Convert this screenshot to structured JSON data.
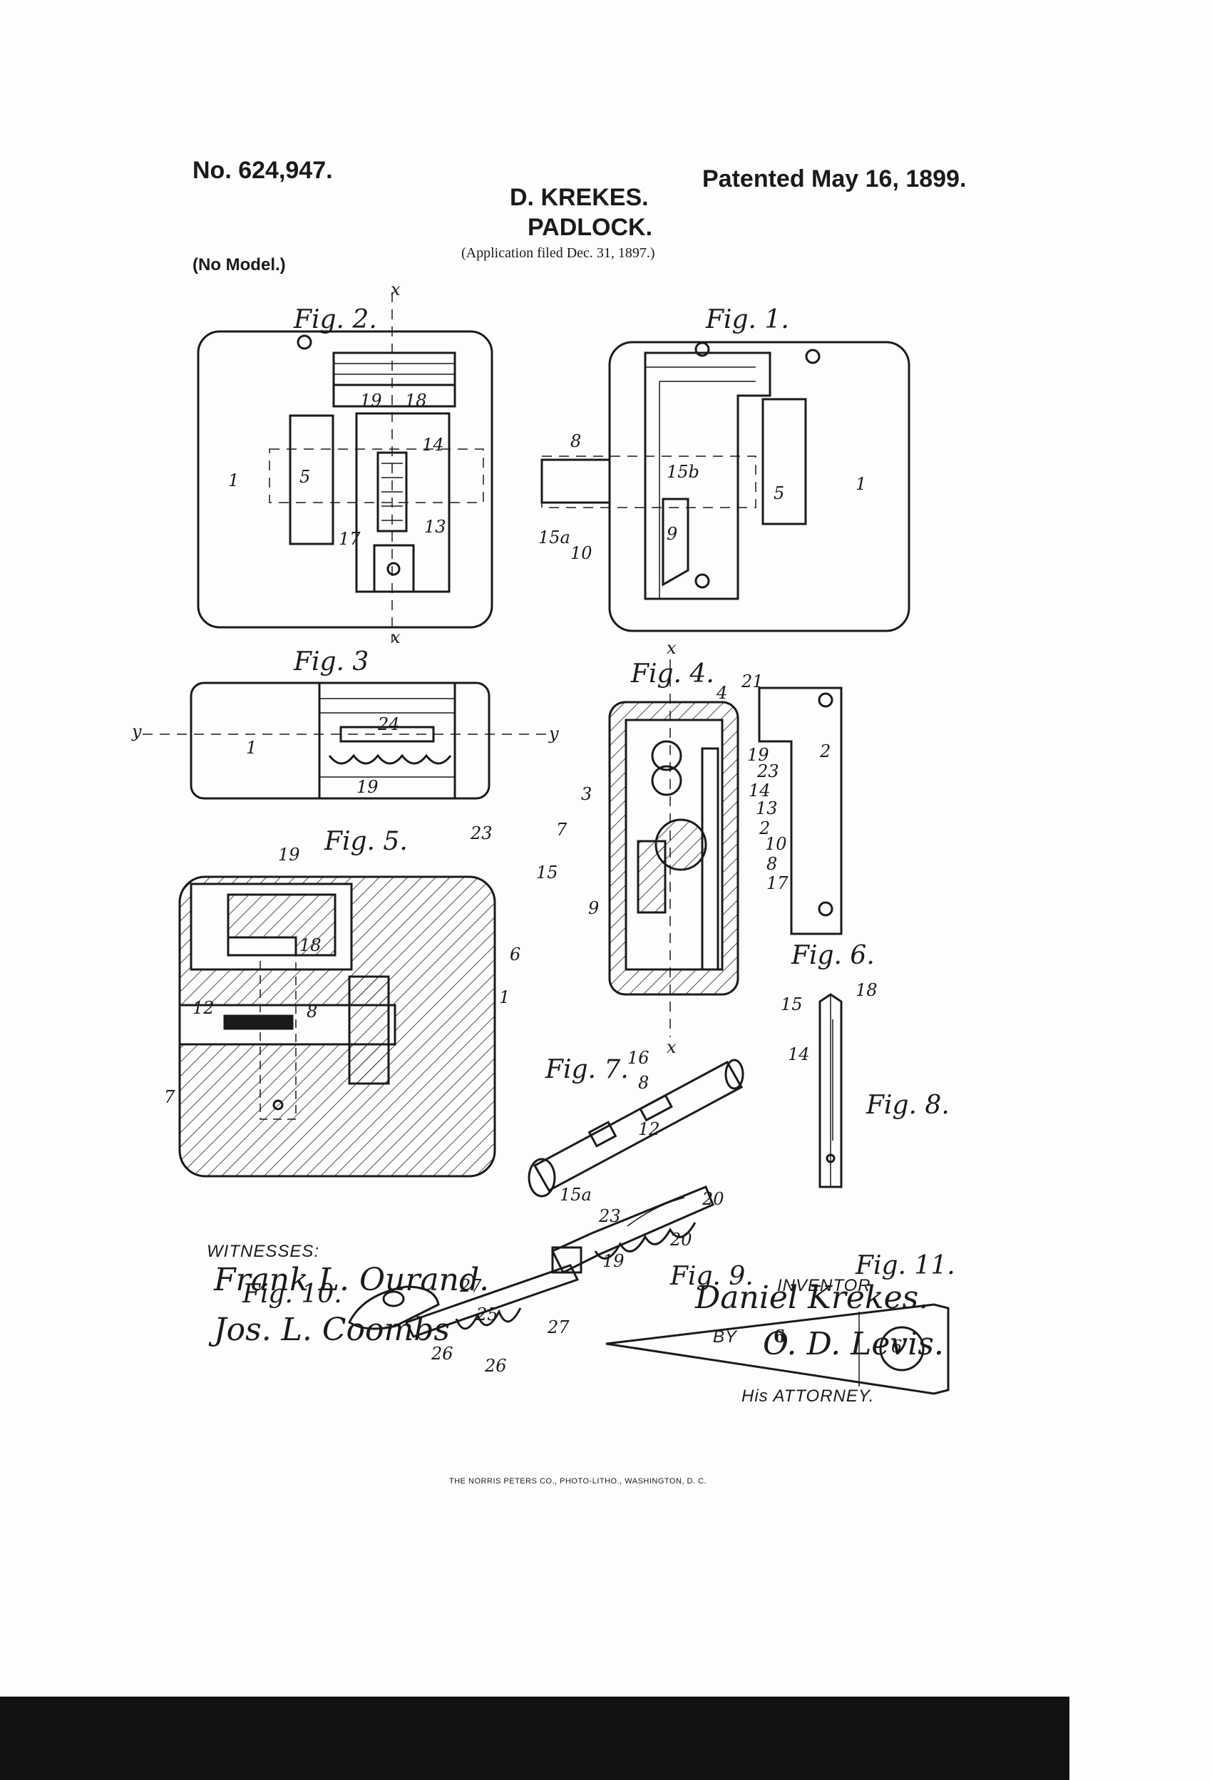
{
  "header": {
    "patent_number": "No. 624,947.",
    "patent_date": "Patented May 16, 1899.",
    "inventor": "D. KREKES.",
    "title": "PADLOCK.",
    "application": "(Application filed Dec. 31, 1897.)",
    "model": "(No Model.)"
  },
  "figures": {
    "fig1": "Fig. 1.",
    "fig2": "Fig. 2.",
    "fig3": "Fig. 3",
    "fig4": "Fig. 4.",
    "fig5": "Fig. 5.",
    "fig6": "Fig. 6.",
    "fig7": "Fig. 7.",
    "fig8": "Fig. 8.",
    "fig9": "Fig. 9.",
    "fig10": "Fig. 10.",
    "fig11": "Fig. 11."
  },
  "reference_numerals": {
    "fig2": [
      "x",
      "19",
      "18",
      "14",
      "1",
      "5",
      "13",
      "17",
      "x"
    ],
    "fig1": [
      "8",
      "15b",
      "5",
      "1",
      "15a",
      "10",
      "9"
    ],
    "fig3": [
      "y",
      "24",
      "1",
      "y",
      "19",
      "23"
    ],
    "fig4": [
      "x",
      "4",
      "21",
      "19",
      "23",
      "3",
      "14",
      "13",
      "7",
      "2",
      "15",
      "10",
      "8",
      "17",
      "9",
      "x"
    ],
    "fig5": [
      "19",
      "6",
      "18",
      "1",
      "12",
      "8",
      "7"
    ],
    "fig6": [
      "2"
    ],
    "fig7": [
      "16",
      "8",
      "12",
      "15a"
    ],
    "fig8": [
      "15",
      "18",
      "14"
    ],
    "fig9": [
      "23",
      "20",
      "20",
      "19"
    ],
    "fig10": [
      "27",
      "25",
      "27",
      "26",
      "26"
    ],
    "fig11": [
      "6",
      "6'"
    ]
  },
  "signatures": {
    "witnesses_label": "WITNESSES:",
    "witness_1": "Frank L. Ourand.",
    "witness_2": "Jos. L. Coombs",
    "inventor_label": "INVENTOR",
    "inventor_name": "Daniel Krekes.",
    "by_label": "BY",
    "attorney_name": "O. D. Levis.",
    "attorney_label": "His ATTORNEY."
  },
  "printer": "THE NORRIS PETERS CO., PHOTO-LITHO., WASHINGTON, D. C."
}
